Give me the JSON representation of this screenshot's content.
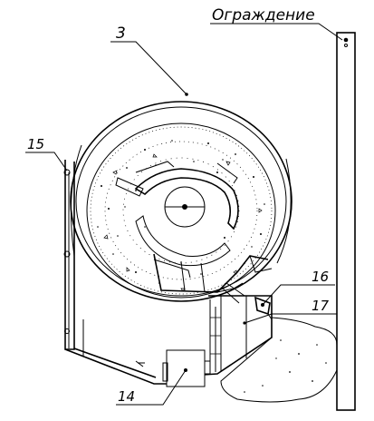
{
  "labels": {
    "fence": "Ограждение",
    "callout_3": "3",
    "callout_14": "14",
    "callout_15": "15",
    "callout_16": "16",
    "callout_17": "17"
  }
}
